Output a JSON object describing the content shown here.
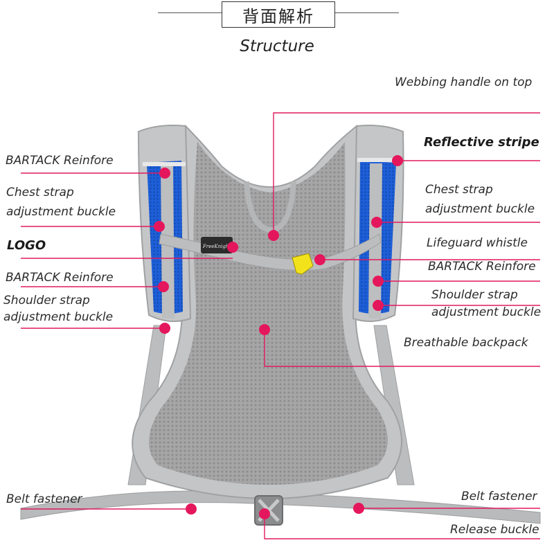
{
  "header": {
    "title_cn": "背面解析",
    "subtitle": "Structure"
  },
  "colors": {
    "accent_dot": "#e5175c",
    "line": "#e0195f",
    "mesh": "#a9a9aa",
    "strap": "#b8b9ba",
    "blue": "#1c5fd6"
  },
  "labels": {
    "webbing_handle": "Webbing handle on top",
    "reflective_stripe": "Reflective stripe",
    "bartack_left": "BARTACK Reinfore",
    "chest_strap_left_1": "Chest strap",
    "chest_strap_left_2": "adjustment buckle",
    "logo": "LOGO",
    "bartack_left_2": "BARTACK Reinfore",
    "shoulder_left_1": "Shoulder strap",
    "shoulder_left_2": "adjustment buckle",
    "chest_strap_right_1": "Chest strap",
    "chest_strap_right_2": "adjustment buckle",
    "lifeguard_whistle": "Lifeguard whistle",
    "bartack_right": "BARTACK Reinfore",
    "shoulder_right_1": "Shoulder strap",
    "shoulder_right_2": "adjustment buckle",
    "breathable": "Breathable backpack",
    "belt_left": "Belt fastener",
    "belt_right": "Belt fastener",
    "release_buckle": "Release buckle"
  },
  "product": {
    "logo_text": "FreeKnight"
  }
}
